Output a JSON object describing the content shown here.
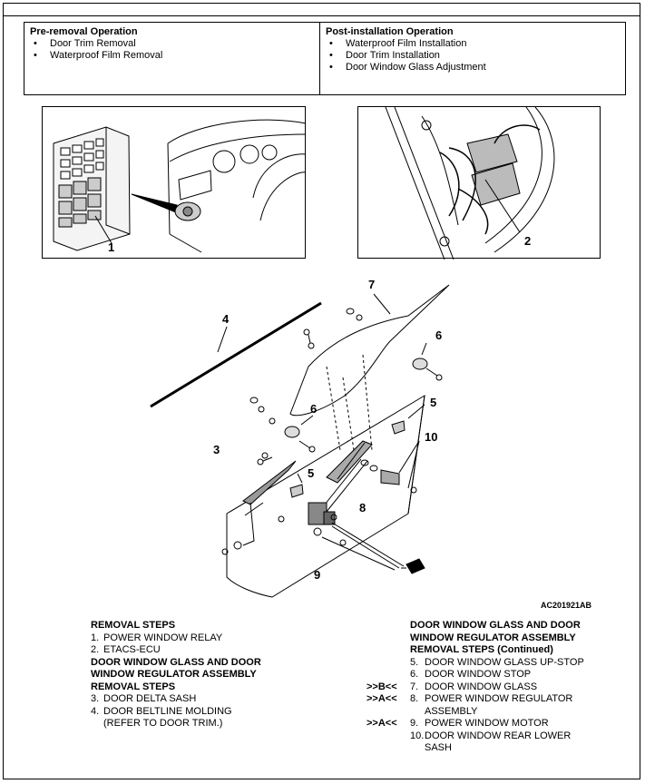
{
  "operations": {
    "pre": {
      "title": "Pre-removal Operation",
      "items": [
        "Door Trim Removal",
        "Waterproof Film Removal"
      ]
    },
    "post": {
      "title": "Post-installation Operation",
      "items": [
        "Waterproof Film Installation",
        "Door Trim Installation",
        "Door Window Glass Adjustment"
      ]
    }
  },
  "callouts": {
    "c1": "1",
    "c2": "2",
    "c3": "3",
    "c4": "4",
    "c5a": "5",
    "c5b": "5",
    "c6a": "6",
    "c6b": "6",
    "c7": "7",
    "c8": "8",
    "c9": "9",
    "c10": "10"
  },
  "figure_code": "AC201921AB",
  "steps_left": {
    "heading1": "REMOVAL STEPS",
    "s1": {
      "num": "1.",
      "text": "POWER WINDOW RELAY"
    },
    "s2": {
      "num": "2.",
      "text": "ETACS-ECU"
    },
    "heading2a": "DOOR WINDOW GLASS AND DOOR",
    "heading2b": "WINDOW REGULATOR ASSEMBLY",
    "heading2c": "REMOVAL STEPS",
    "s3": {
      "num": "3.",
      "text": "DOOR DELTA SASH"
    },
    "s4": {
      "num": "4.",
      "text": "DOOR BELTLINE MOLDING",
      "text2": "(REFER TO DOOR TRIM.)"
    }
  },
  "steps_right": {
    "heading_a": "DOOR WINDOW GLASS AND DOOR",
    "heading_b": "WINDOW REGULATOR ASSEMBLY",
    "heading_c": "REMOVAL STEPS (Continued)",
    "s5": {
      "prefix": "",
      "num": "5.",
      "text": "DOOR WINDOW GLASS UP-STOP"
    },
    "s6": {
      "prefix": "",
      "num": "6.",
      "text": "DOOR WINDOW STOP"
    },
    "s7": {
      "prefix": ">>B<<",
      "num": "7.",
      "text": "DOOR WINDOW GLASS"
    },
    "s8": {
      "prefix": ">>A<<",
      "num": "8.",
      "text": "POWER WINDOW REGULATOR",
      "text2": "ASSEMBLY"
    },
    "s9": {
      "prefix": ">>A<<",
      "num": "9.",
      "text": "POWER WINDOW MOTOR"
    },
    "s10": {
      "prefix": "",
      "num": "10.",
      "text": "DOOR WINDOW REAR LOWER",
      "text2": "SASH"
    }
  }
}
